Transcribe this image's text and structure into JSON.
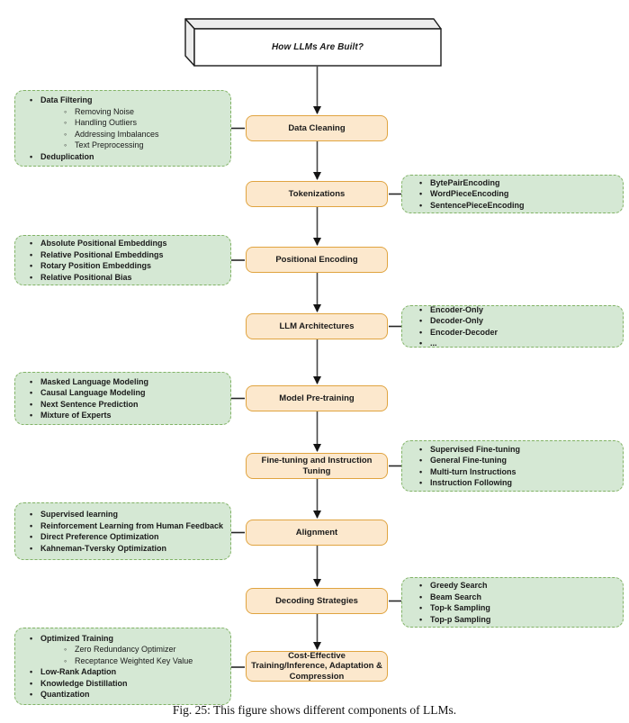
{
  "figure": {
    "root_title": "How LLMs Are Built?",
    "caption": "Fig. 25: This figure shows different components of LLMs."
  },
  "colors": {
    "node_fill": "#FCE8CD",
    "node_border": "#E0A440",
    "side_fill": "#D5E8D4",
    "side_border": "#82B366",
    "connector": "#474747",
    "arrow": "#141414"
  },
  "nodes": [
    {
      "label": "Data Cleaning"
    },
    {
      "label": "Tokenizations"
    },
    {
      "label": "Positional Encoding"
    },
    {
      "label": "LLM Architectures"
    },
    {
      "label": "Model Pre-training"
    },
    {
      "label": "Fine-tuning and Instruction Tuning"
    },
    {
      "label": "Alignment"
    },
    {
      "label": "Decoding Strategies"
    },
    {
      "label": "Cost-Effective Training/Inference, Adaptation & Compression"
    }
  ],
  "side_boxes": [
    {
      "side": "left",
      "attached_to": "Data Cleaning",
      "items": [
        {
          "text": "Data Filtering",
          "level": 1
        },
        {
          "text": "Removing Noise",
          "level": 2
        },
        {
          "text": "Handling Outliers",
          "level": 2
        },
        {
          "text": "Addressing Imbalances",
          "level": 2
        },
        {
          "text": "Text Preprocessing",
          "level": 2
        },
        {
          "text": "Deduplication",
          "level": 1
        }
      ]
    },
    {
      "side": "right",
      "attached_to": "Tokenizations",
      "items": [
        {
          "text": "BytePairEncoding",
          "level": 1
        },
        {
          "text": "WordPieceEncoding",
          "level": 1
        },
        {
          "text": "SentencePieceEncoding",
          "level": 1
        }
      ]
    },
    {
      "side": "left",
      "attached_to": "Positional Encoding",
      "items": [
        {
          "text": "Absolute Positional Embeddings",
          "level": 1
        },
        {
          "text": "Relative Positional Embeddings",
          "level": 1
        },
        {
          "text": "Rotary Position Embeddings",
          "level": 1
        },
        {
          "text": "Relative Positional Bias",
          "level": 1
        }
      ]
    },
    {
      "side": "right",
      "attached_to": "LLM Architectures",
      "items": [
        {
          "text": "Encoder-Only",
          "level": 1
        },
        {
          "text": "Decoder-Only",
          "level": 1
        },
        {
          "text": "Encoder-Decoder",
          "level": 1
        },
        {
          "text": "...",
          "level": 1
        }
      ]
    },
    {
      "side": "left",
      "attached_to": "Model Pre-training",
      "items": [
        {
          "text": "Masked Language Modeling",
          "level": 1
        },
        {
          "text": "Causal Language Modeling",
          "level": 1
        },
        {
          "text": "Next Sentence Prediction",
          "level": 1
        },
        {
          "text": "Mixture of Experts",
          "level": 1
        }
      ]
    },
    {
      "side": "right",
      "attached_to": "Fine-tuning and Instruction Tuning",
      "items": [
        {
          "text": "Supervised Fine-tuning",
          "level": 1
        },
        {
          "text": "General Fine-tuning",
          "level": 1
        },
        {
          "text": "Multi-turn Instructions",
          "level": 1
        },
        {
          "text": "Instruction Following",
          "level": 1
        }
      ]
    },
    {
      "side": "left",
      "attached_to": "Alignment",
      "items": [
        {
          "text": "Supervised learning",
          "level": 1
        },
        {
          "text": "Reinforcement Learning from Human Feedback",
          "level": 1
        },
        {
          "text": "Direct Preference Optimization",
          "level": 1
        },
        {
          "text": "Kahneman-Tversky Optimization",
          "level": 1
        }
      ]
    },
    {
      "side": "right",
      "attached_to": "Decoding Strategies",
      "items": [
        {
          "text": "Greedy Search",
          "level": 1
        },
        {
          "text": "Beam Search",
          "level": 1
        },
        {
          "text": "Top-k Sampling",
          "level": 1
        },
        {
          "text": "Top-p Sampling",
          "level": 1
        }
      ]
    },
    {
      "side": "left",
      "attached_to": "Cost-Effective Training/Inference, Adaptation & Compression",
      "items": [
        {
          "text": "Optimized Training",
          "level": 1
        },
        {
          "text": "Zero Redundancy Optimizer",
          "level": 2
        },
        {
          "text": "Receptance Weighted Key Value",
          "level": 2
        },
        {
          "text": "Low-Rank Adaption",
          "level": 1
        },
        {
          "text": "Knowledge Distillation",
          "level": 1
        },
        {
          "text": "Quantization",
          "level": 1
        }
      ]
    }
  ]
}
